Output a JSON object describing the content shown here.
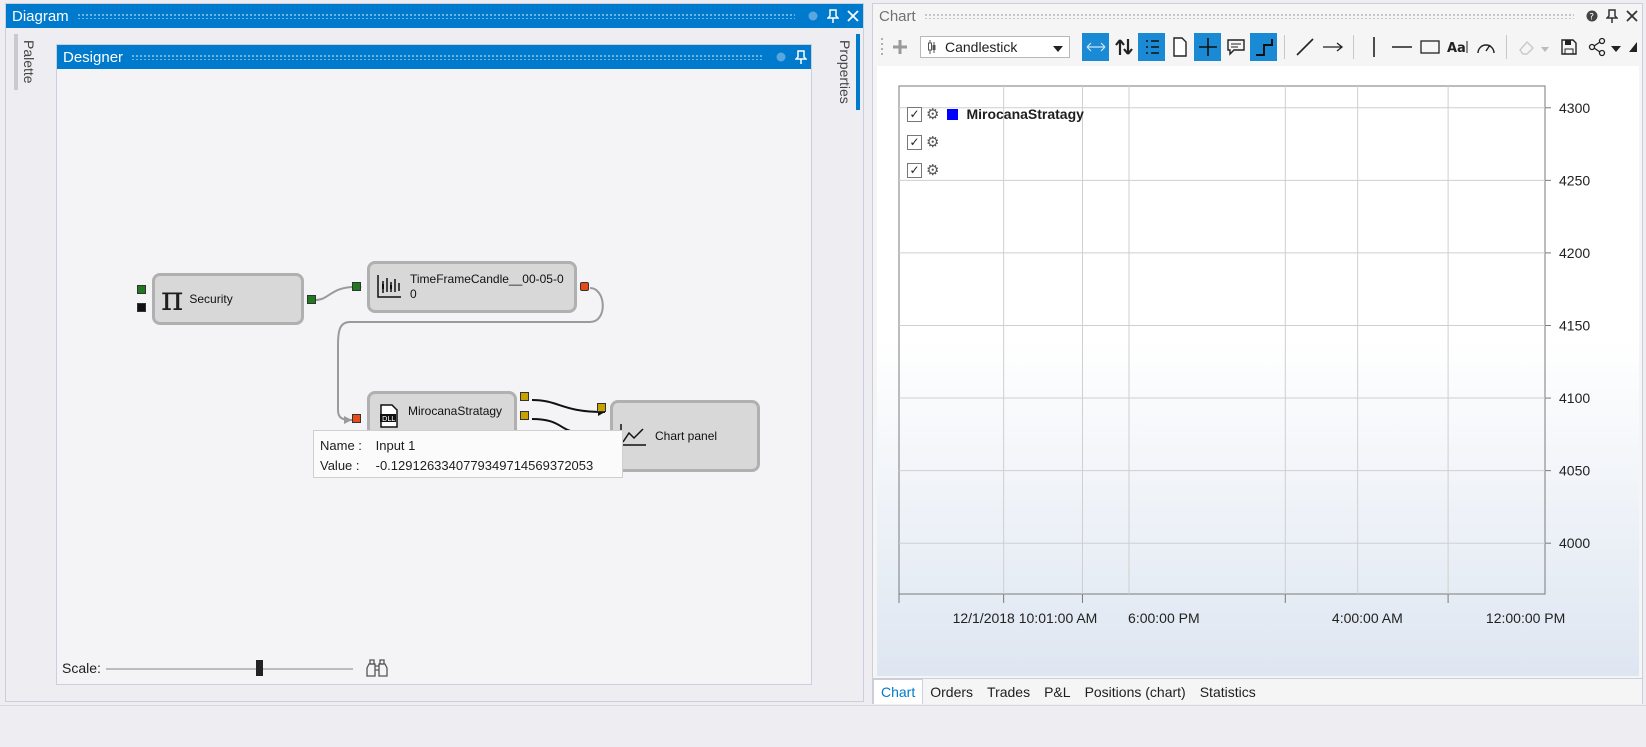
{
  "diagram": {
    "title": "Diagram",
    "palette_tab": "Palette",
    "properties_tab": "Properties",
    "designer": {
      "title": "Designer",
      "nodes": {
        "security": {
          "label": "Security"
        },
        "candle": {
          "label_line1": "TimeFrameCandle__00-05-0",
          "label_line2": "0"
        },
        "strategy": {
          "label": "MirocanaStratagy"
        },
        "chart_panel": {
          "label": "Chart panel"
        }
      },
      "tooltip": {
        "name_key": "Name :",
        "name_value": "Input 1",
        "value_key": "Value :",
        "value_value": "-0.129126334077934971456937205 3"
      },
      "scale_label": "Scale:",
      "scale_level": 0.62
    }
  },
  "chart": {
    "title": "Chart",
    "chart_type": "Candlestick",
    "legend": {
      "series_name": "MirocanaStratagy",
      "series_color": "#0000ff"
    },
    "tabs": [
      "Chart",
      "Orders",
      "Trades",
      "P&L",
      "Positions (chart)",
      "Statistics"
    ],
    "active_tab": "Chart"
  },
  "chart_data": {
    "type": "line",
    "y_ticks": [
      4300,
      4250,
      4200,
      4150,
      4100,
      4050,
      4000
    ],
    "ylim": [
      3965,
      4315
    ],
    "x_ticks": [
      "12/1/2018 10:01:00 AM",
      "6:00:00 PM",
      "4:00:00 AM",
      "12:00:00 PM"
    ],
    "series": [
      {
        "name": "MirocanaStratagy",
        "values": []
      }
    ],
    "grid": true,
    "legend_position": "top-left"
  },
  "colors": {
    "accent": "#007acc",
    "port_green": "#1f7a1f",
    "port_red": "#e84a1a",
    "port_olive": "#c8a000"
  }
}
